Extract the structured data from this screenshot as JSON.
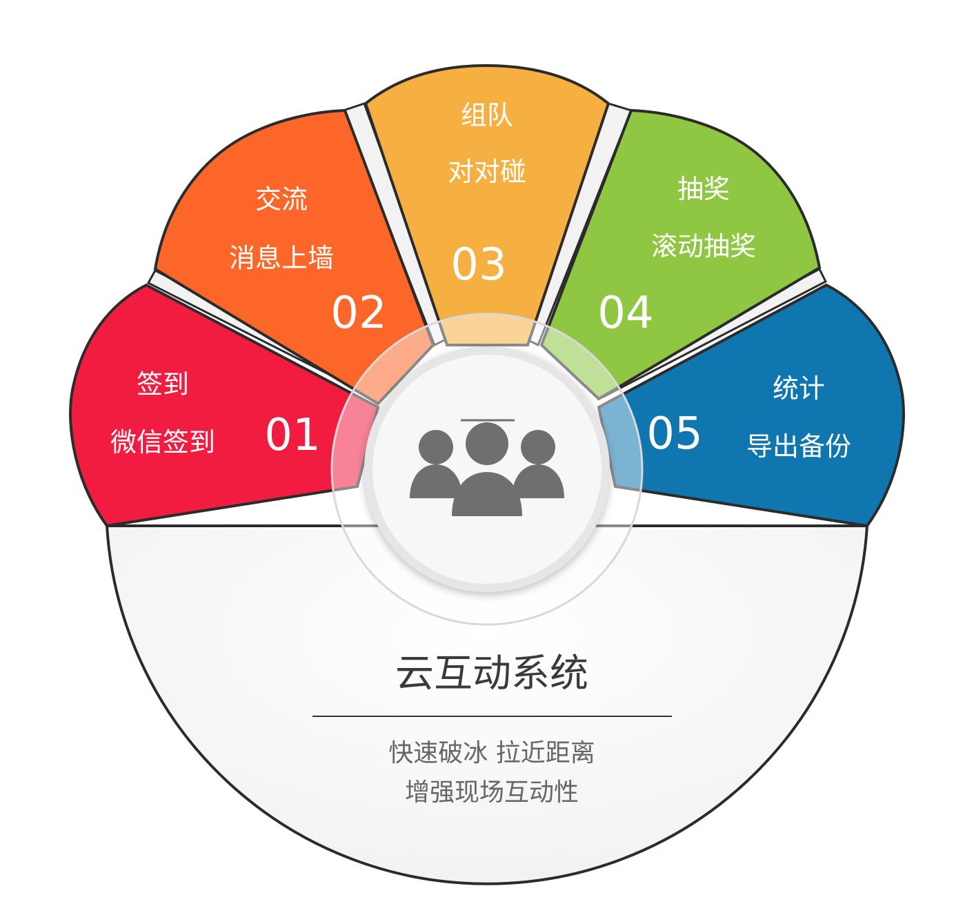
{
  "diagram": {
    "title": "云互动系统",
    "subtitle_lines": [
      "快速破冰 拉近距离",
      "增强现场互动性"
    ],
    "center_icon": "user-group-icon",
    "segments": [
      {
        "number": "01",
        "title": "签到",
        "subtitle": "微信签到",
        "color": "#F21C40"
      },
      {
        "number": "02",
        "title": "交流",
        "subtitle": "消息上墙",
        "color": "#FD6629"
      },
      {
        "number": "03",
        "title": "组队",
        "subtitle": "对对碰",
        "color": "#F6B041"
      },
      {
        "number": "04",
        "title": "抽奖",
        "subtitle": "滚动抽奖",
        "color": "#8FC743"
      },
      {
        "number": "05",
        "title": "统计",
        "subtitle": "导出备份",
        "color": "#0F76B0"
      }
    ],
    "colors": {
      "outline": "#2b2b2b",
      "panel": "#f8f8f8",
      "text_light": "#ffffff",
      "icon": "#6f6f6f"
    }
  }
}
